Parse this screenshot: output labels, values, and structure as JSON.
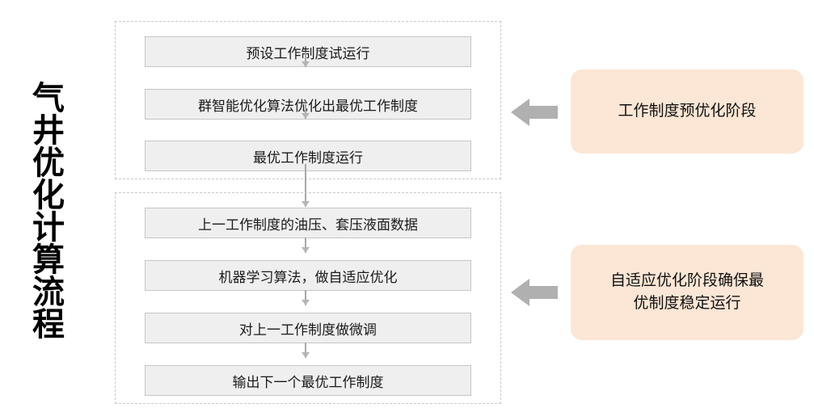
{
  "page": {
    "background": "#ffffff",
    "accent_box_fill": "#efefef",
    "accent_box_border": "#c6c6c6",
    "callout_fill": "#fce6d5",
    "arrow_color": "#b0b0b0",
    "connector_color": "#a8a8a8",
    "group_border_color": "#c9c9c9"
  },
  "title": {
    "vertical_label": "气井优化计算流程"
  },
  "groups": [
    {
      "id": "pre-optimization",
      "steps": [
        {
          "label": "预设工作制度试运行"
        },
        {
          "label": "群智能优化算法优化出最优工作制度"
        },
        {
          "label": "最优工作制度运行"
        }
      ]
    },
    {
      "id": "adaptive-optimization",
      "steps": [
        {
          "label": "上一工作制度的油压、套压液面数据"
        },
        {
          "label": "机器学习算法，做自适应优化"
        },
        {
          "label": "对上一工作制度做微调"
        },
        {
          "label": "输出下一个最优工作制度"
        }
      ]
    }
  ],
  "callouts": [
    {
      "id": "pre-optimization-callout",
      "lines": [
        "工作制度预优化阶段"
      ]
    },
    {
      "id": "adaptive-optimization-callout",
      "lines": [
        "自适应优化阶段确保最",
        "优制度稳定运行"
      ]
    }
  ]
}
